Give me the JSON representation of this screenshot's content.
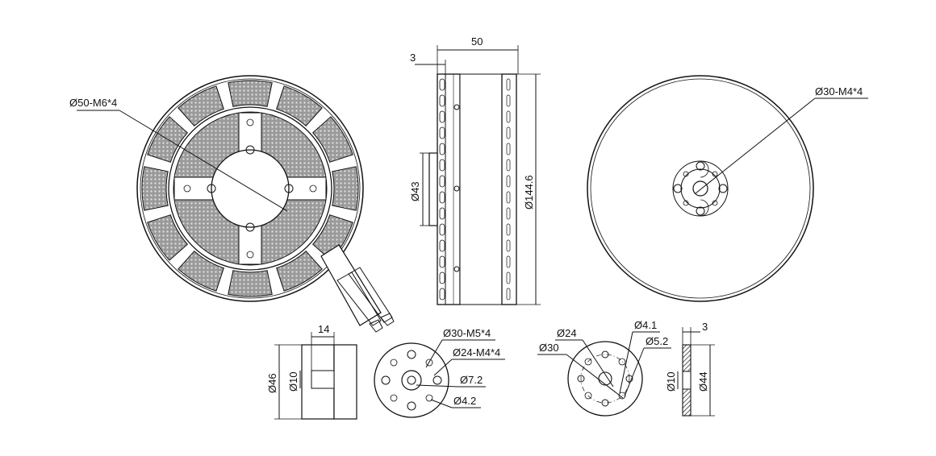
{
  "colors": {
    "line": "#111111",
    "hatch": "#5a5a5a",
    "background": "#ffffff"
  },
  "labels": {
    "stator_holes": "Ø50-M6*4",
    "side_width": "50",
    "side_rim": "3",
    "side_hub": "Ø43",
    "side_outer": "Ø144.6",
    "rear_holes": "Ø30-M4*4",
    "mount_width": "14",
    "mount_outer": "Ø46",
    "mount_shaft": "Ø10",
    "mount_holes_a": "Ø30-M5*4",
    "mount_holes_b": "Ø24-M4*4",
    "mount_center": "Ø7.2",
    "mount_small": "Ø4.2",
    "adapter_inner": "Ø24",
    "adapter_outer": "Ø30",
    "adapter_hole_a": "Ø4.1",
    "adapter_hole_b": "Ø5.2",
    "plate_thickness": "3",
    "plate_inner": "Ø10",
    "plate_outer": "Ø44"
  }
}
